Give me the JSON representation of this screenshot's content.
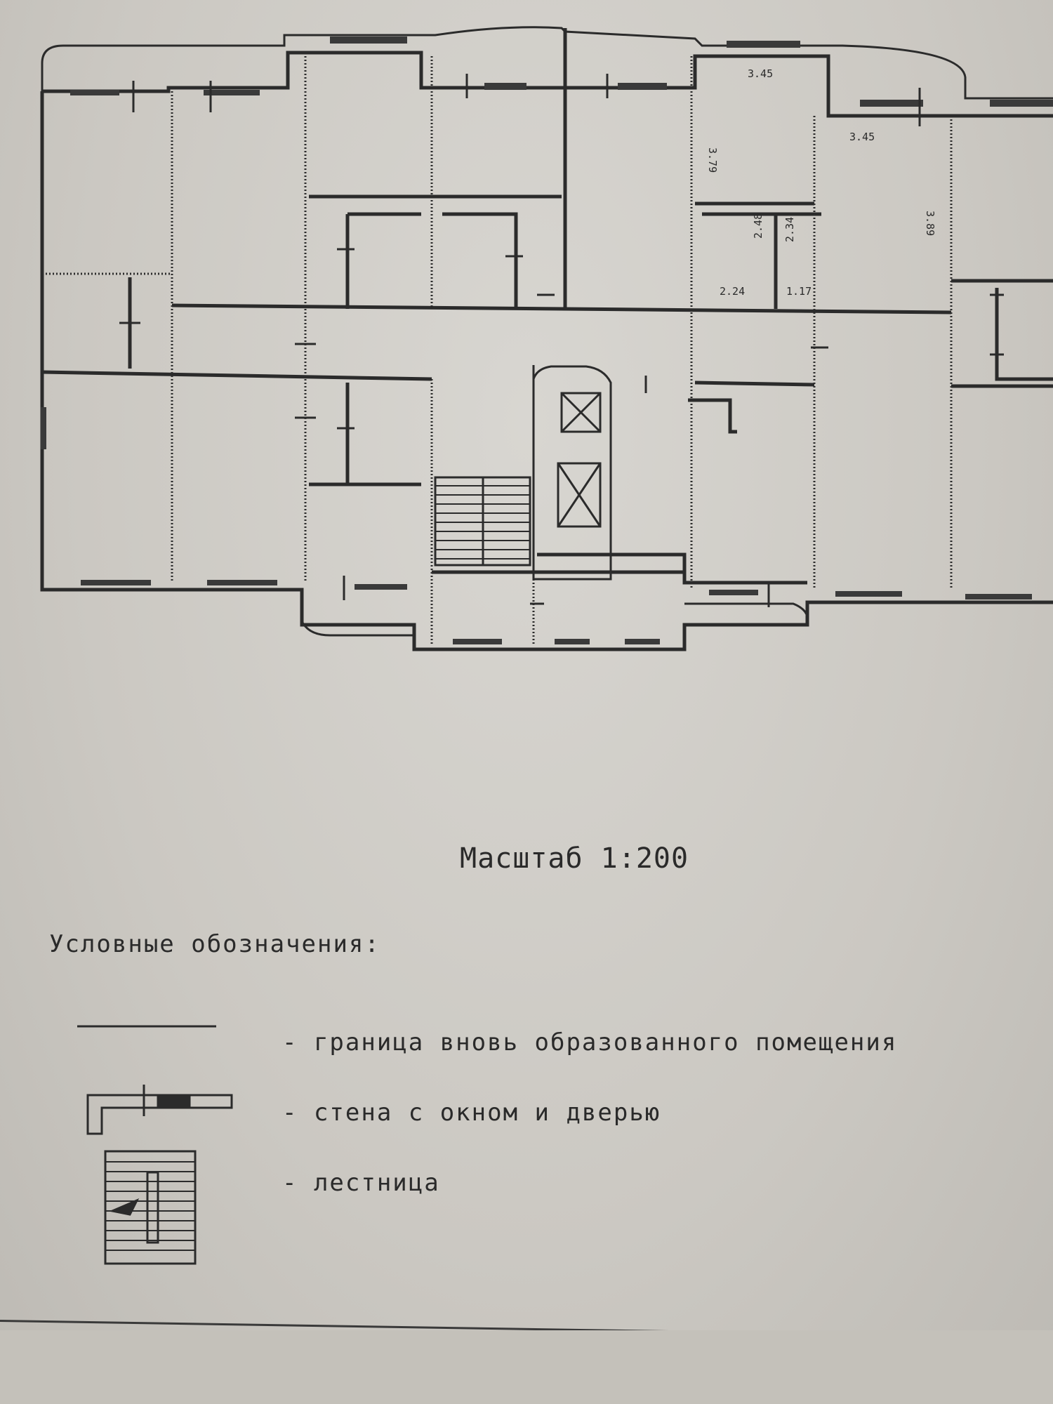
{
  "plan": {
    "dimensions": [
      "3.45",
      "3.79",
      "3.45",
      "3.89",
      "2.48",
      "2.34",
      "2.24",
      "1.17"
    ]
  },
  "scale_label": "Масштаб 1:200",
  "legend": {
    "title": "Условные обозначения:",
    "items": [
      {
        "text": "- граница вновь образованного помещения"
      },
      {
        "text": "- стена с окном и дверью"
      },
      {
        "text": "- лестница"
      }
    ]
  }
}
